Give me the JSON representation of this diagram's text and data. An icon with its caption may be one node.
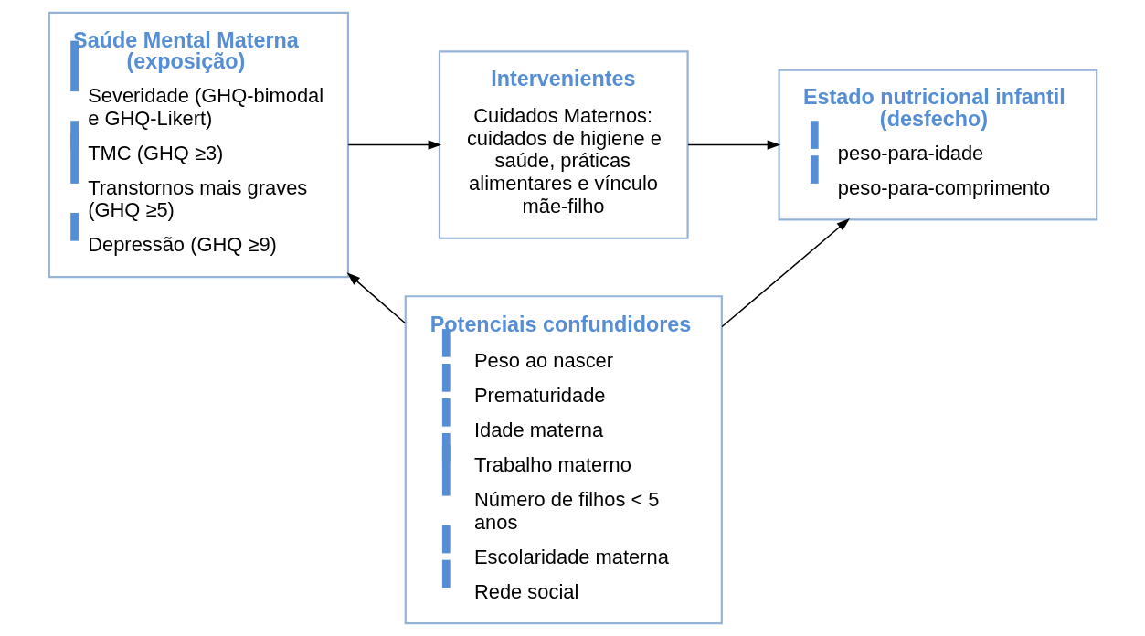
{
  "diagram": {
    "nodes": [
      {
        "text": [
          "Saúde Mental Materna (exposição)",
          "Severidade (GHQ-bimodal e GHQ-Likert)",
          "TMC (GHQ ≥3)",
          "Transtornos mais graves (GHQ ≥5)",
          "Depressão (GHQ ≥9)"
        ]
      },
      {
        "text": [
          "Intervenientes",
          "Cuidados Maternos: cuidados de higiene e saúde, práticas alimentares e vínculo mãe-filho"
        ]
      },
      {
        "text": [
          "Estado nutricional infantil (desfecho)",
          "peso-para-idade",
          "peso-para-comprimento"
        ]
      },
      {
        "text": [
          "Potenciais confundidores",
          "Peso ao nascer",
          "Prematuridade",
          "Idade materna",
          "Trabalho materno",
          "Número de filhos < 5 anos",
          "Escolaridade materna",
          "Rede social"
        ]
      }
    ],
    "edges": [
      {
        "from": 0,
        "to": 1,
        "arrow": "to"
      },
      {
        "from": 1,
        "to": 2,
        "arrow": "to"
      },
      {
        "from": 3,
        "to": 0,
        "arrow": "to"
      },
      {
        "from": 3,
        "to": 2,
        "arrow": "to"
      }
    ]
  }
}
